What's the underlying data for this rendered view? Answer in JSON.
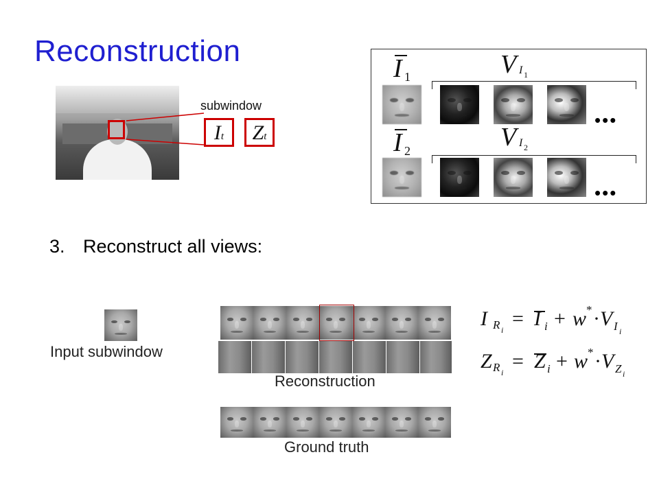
{
  "slide": {
    "title": "Reconstruction",
    "subwindow_label": "subwindow",
    "subwindow_symbols": {
      "I": "I",
      "I_sub": "t",
      "Z": "Z",
      "Z_sub": "t"
    },
    "step_number": "3.",
    "step_text": "Reconstruct all views:",
    "input_caption": "Input subwindow",
    "reconstruction_caption": "Reconstruction",
    "ground_truth_caption": "Ground truth"
  },
  "eigen_panel": {
    "row1": {
      "mean_symbol": "I",
      "mean_sub": "1",
      "basis_symbol": "V",
      "basis_sub": "I",
      "basis_subsub": "1",
      "ellipsis": "•••"
    },
    "row2": {
      "mean_symbol": "I",
      "mean_sub": "2",
      "basis_symbol": "V",
      "basis_sub": "I",
      "basis_subsub": "2",
      "ellipsis": "•••"
    }
  },
  "equations": {
    "eq1": {
      "lhs": "I",
      "lhs_sub": "R",
      "lhs_subsub": "i",
      "equals": "=",
      "mean": "I",
      "mean_sub": "i",
      "plus": "+",
      "w": "w",
      "star": "*",
      "dot": "·",
      "V": "V",
      "V_sub": "I",
      "V_subsub": "i"
    },
    "eq2": {
      "lhs": "Z",
      "lhs_sub": "R",
      "lhs_subsub": "i",
      "equals": "=",
      "mean": "Z",
      "mean_sub": "i",
      "plus": "+",
      "w": "w",
      "star": "*",
      "dot": "·",
      "V": "V",
      "V_sub": "Z",
      "V_subsub": "i"
    }
  },
  "colors": {
    "title": "#1f1fd0",
    "highlight_box": "#cc0000",
    "connector": "#cc0000"
  }
}
